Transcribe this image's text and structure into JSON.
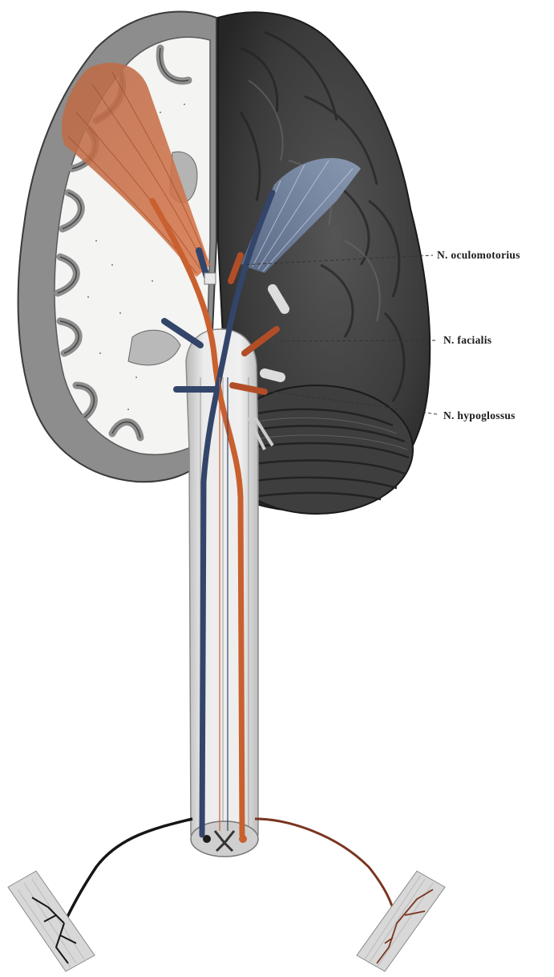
{
  "labels": {
    "oculomotorius": "N. oculomotorius",
    "facialis": "N. facialis",
    "hypoglossus": "N. hypoglossus"
  },
  "colors": {
    "background": "#ffffff",
    "brain_dark": "#3c3c3c",
    "cortex_gray": "#8a8a8a",
    "white_matter": "#f4f4f2",
    "motor_red": "#c9602f",
    "motor_blue": "#3c4c6e",
    "nerve_black": "#161616",
    "nerve_brown": "#7a3520"
  }
}
